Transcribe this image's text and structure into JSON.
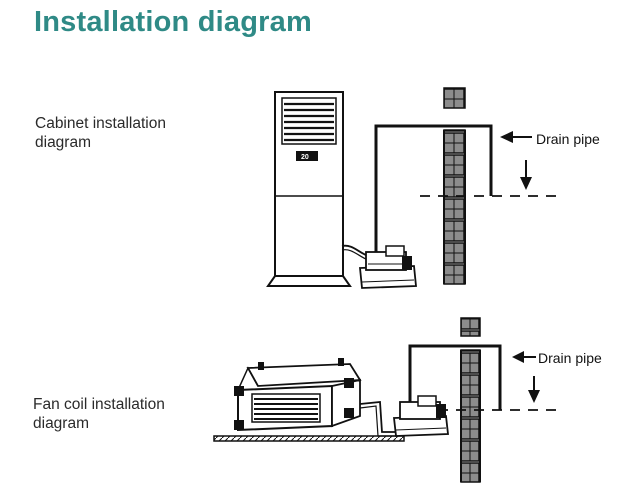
{
  "title": "Installation diagram",
  "cabinet": {
    "label_line1": "Cabinet installation",
    "label_line2": "diagram",
    "callout": "Drain pipe",
    "display_text": "20"
  },
  "fancoil": {
    "label_line1": "Fan coil installation",
    "label_line2": "diagram",
    "callout": "Drain pipe"
  },
  "icons": {
    "arrow_left": "arrow-left-icon",
    "arrow_down": "arrow-down-icon"
  },
  "colors": {
    "title": "#2f8a86",
    "line": "#111111",
    "brick": "#8a8a8a"
  }
}
